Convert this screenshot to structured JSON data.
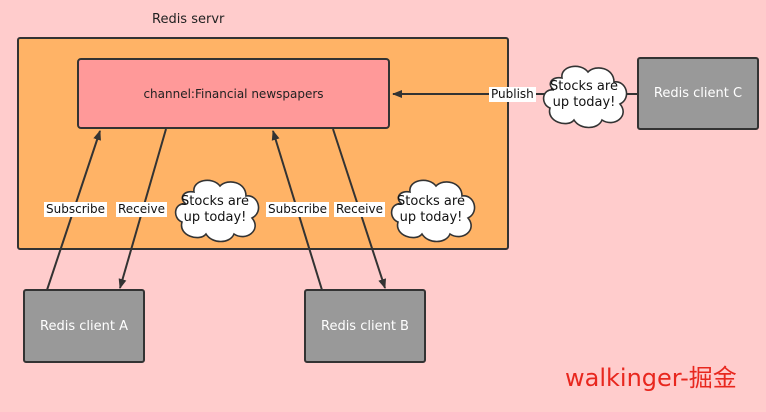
{
  "server": {
    "title": "Redis servr"
  },
  "channel": {
    "label": "channel:Financial newspapers"
  },
  "clients": {
    "a": "Redis client A",
    "b": "Redis client B",
    "c": "Redis client C"
  },
  "edges": {
    "subscribe_a": "Subscribe",
    "receive_a": "Receive",
    "subscribe_b": "Subscribe",
    "receive_b": "Receive",
    "publish_c": "Publish"
  },
  "messages": {
    "cloud_publish": [
      "Stocks are",
      "up today!"
    ],
    "cloud_receive_a": [
      "Stocks are",
      "up today!"
    ],
    "cloud_receive_b": [
      "Stocks are",
      "up today!"
    ]
  },
  "watermark": "walkinger-掘金"
}
